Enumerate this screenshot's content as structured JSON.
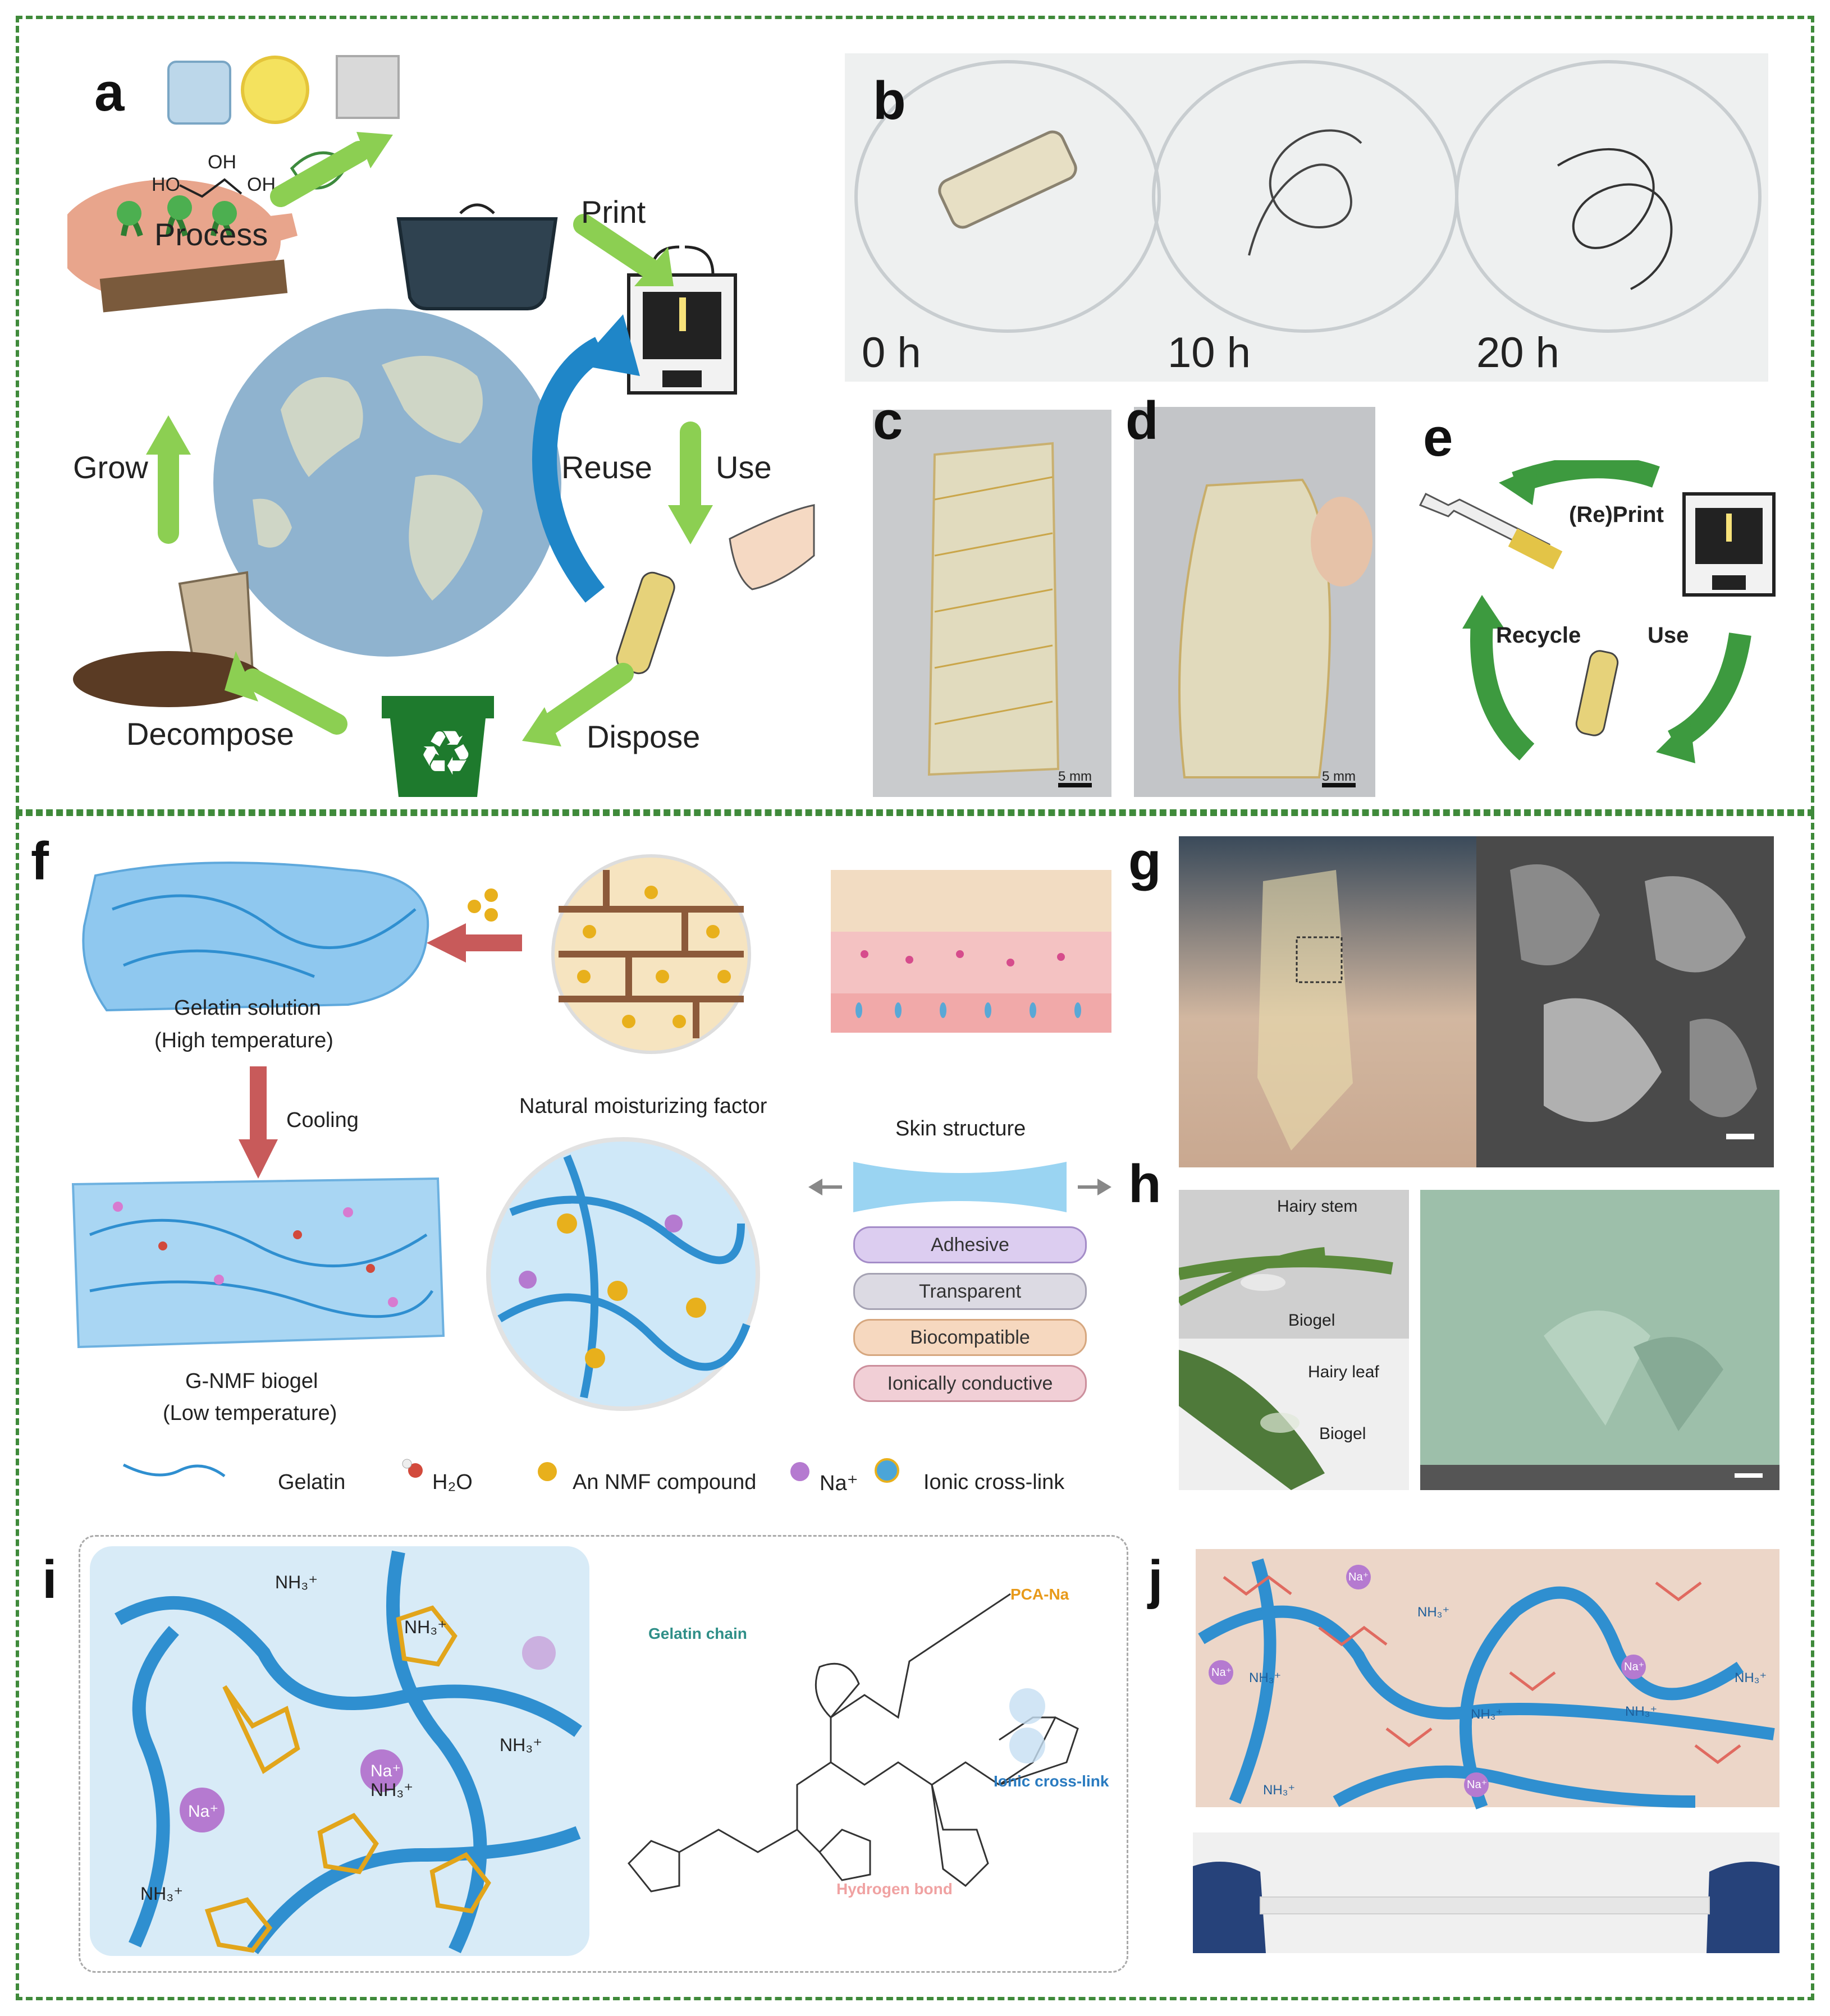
{
  "colors": {
    "border": "#3f8a3a",
    "arrow_green": "#8ccf52",
    "arrow_blue": "#1f86c8",
    "gelatin_blue": "#2f8fd0",
    "nmf_yellow": "#e8b01c",
    "na_purple": "#b57ad0"
  },
  "panels": {
    "a": "a",
    "b": "b",
    "c": "c",
    "d": "d",
    "e": "e",
    "f": "f",
    "g": "g",
    "h": "h",
    "i": "i",
    "j": "j"
  },
  "cycle_a": {
    "process": "Process",
    "print": "Print",
    "use": "Use",
    "dispose": "Dispose",
    "decompose": "Decompose",
    "grow": "Grow",
    "reuse": "Reuse",
    "glycerol": [
      "HO",
      "OH",
      "OH"
    ]
  },
  "panel_b": {
    "t0": "0 h",
    "t10": "10 h",
    "t20": "20 h"
  },
  "scale": {
    "c": "5 mm",
    "d": "5 mm"
  },
  "panel_e": {
    "reprint": "(Re)Print",
    "recycle": "Recycle",
    "use": "Use"
  },
  "panel_f": {
    "gelatin_solution": "Gelatin solution",
    "high_temp": "(High temperature)",
    "cooling": "Cooling",
    "biogel": "G-NMF biogel",
    "low_temp": "(Low temperature)",
    "nmf": "Natural moisturizing factor",
    "skin": "Skin structure",
    "properties": [
      "Adhesive",
      "Transparent",
      "Biocompatible",
      "Ionically conductive"
    ],
    "legend": {
      "gelatin": "Gelatin",
      "h2o": "H₂O",
      "nmf": "An NMF compound",
      "na": "Na⁺",
      "ionic": "Ionic cross-link"
    }
  },
  "panel_h": {
    "hairy_stem": "Hairy stem",
    "biogel1": "Biogel",
    "hairy_leaf": "Hairy leaf",
    "biogel2": "Biogel"
  },
  "panel_i": {
    "gelatin_chain": "Gelatin chain",
    "pca_na": "PCA-Na",
    "ionic": "Ionic cross-link",
    "hbond": "Hydrogen bond",
    "nh3": "NH₃⁺",
    "na": "Na⁺"
  },
  "panel_j": {
    "nh3": "NH₃⁺",
    "na": "Na⁺"
  }
}
